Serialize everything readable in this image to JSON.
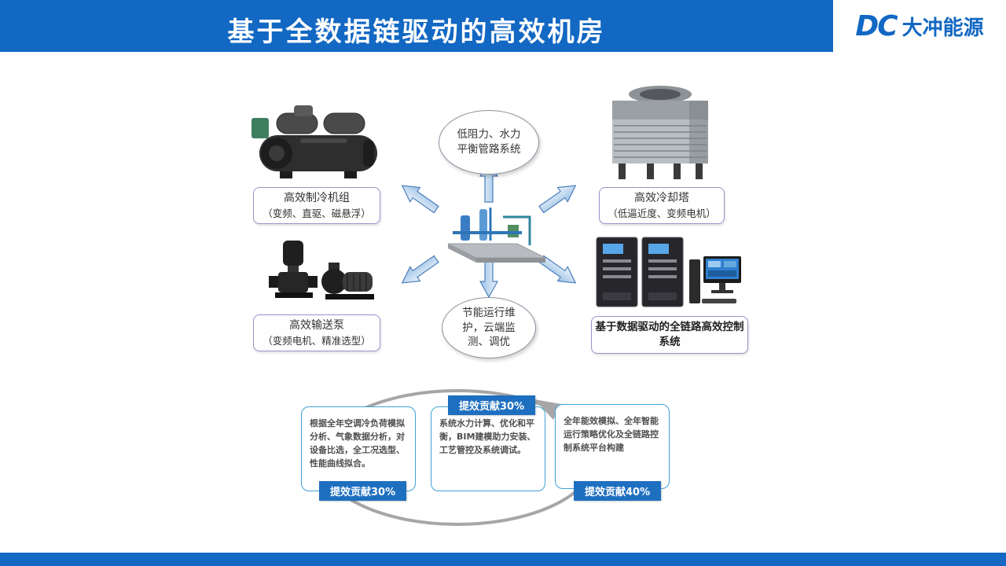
{
  "header": {
    "title": "基于全数据链驱动的高效机房",
    "logo": {
      "mark": "DC",
      "name": "大冲能源"
    }
  },
  "diagram": {
    "top_ellipse": "低阻力、水力平衡管路系统",
    "bottom_ellipse": "节能运行维护，云端监测、调优",
    "chiller": {
      "title": "高效制冷机组",
      "subtitle": "（变频、直驱、磁悬浮）"
    },
    "tower": {
      "title": "高效冷却塔",
      "subtitle": "（低逼近度、变频电机）"
    },
    "pump": {
      "title": "高效输送泵",
      "subtitle": "（变频电机、精准选型）"
    },
    "control": {
      "title": "基于数据驱动的全链路高效控制系统"
    }
  },
  "process": {
    "steps": [
      {
        "text": "根据全年空调冷负荷模拟分析、气象数据分析，对设备比选，全工况选型、性能曲线拟合。",
        "badge": "提效贡献30%"
      },
      {
        "text": "系统水力计算、优化和平衡，BIM建模助力安装、工艺管控及系统调试。",
        "badge": "提效贡献30%"
      },
      {
        "text": "全年能效模拟、全年智能运行策略优化及全链路控制系统平台构建",
        "badge": "提效贡献40%"
      }
    ]
  },
  "colors": {
    "header_blue": "#1268c3",
    "badge_blue": "#1e6fc0",
    "arrow_stroke": "#4a7ebb",
    "node_border": "#9a93c8",
    "step_border": "#41a0d8",
    "cycle_gray": "#a6a6a6"
  }
}
